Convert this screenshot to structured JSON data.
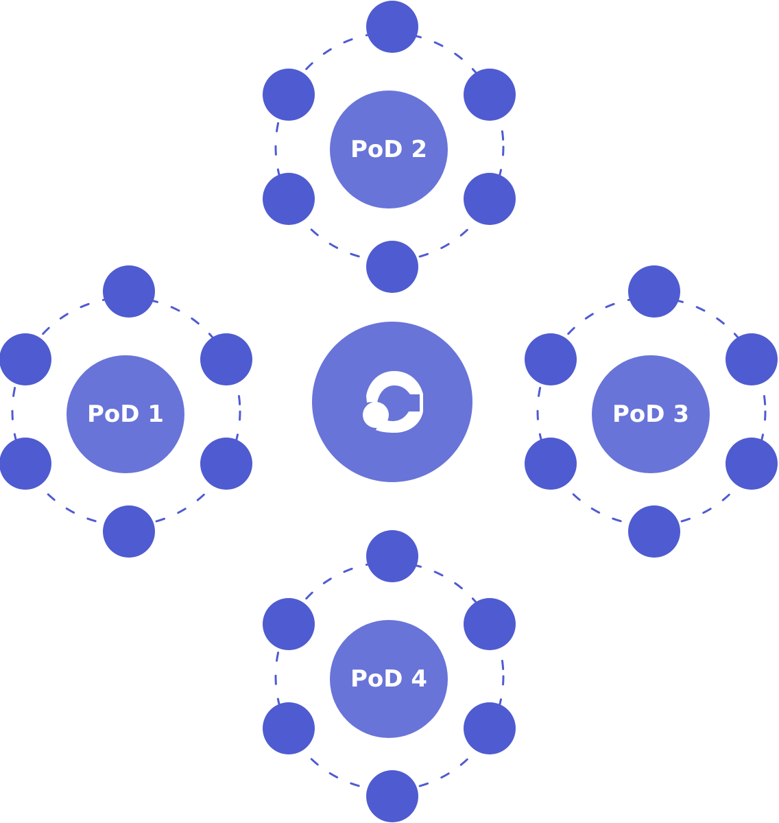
{
  "colors": {
    "node": "#4f5bd0",
    "pod": "#6874d8",
    "hub": "#6874d8",
    "ring": "#4f5bd0",
    "logo": "#ffffff"
  },
  "hub": {
    "icon": "logo-c-icon"
  },
  "pods": [
    {
      "label": "PoD 1",
      "nodes": 6
    },
    {
      "label": "PoD 2",
      "nodes": 6
    },
    {
      "label": "PoD 3",
      "nodes": 6
    },
    {
      "label": "PoD 4",
      "nodes": 6
    }
  ]
}
